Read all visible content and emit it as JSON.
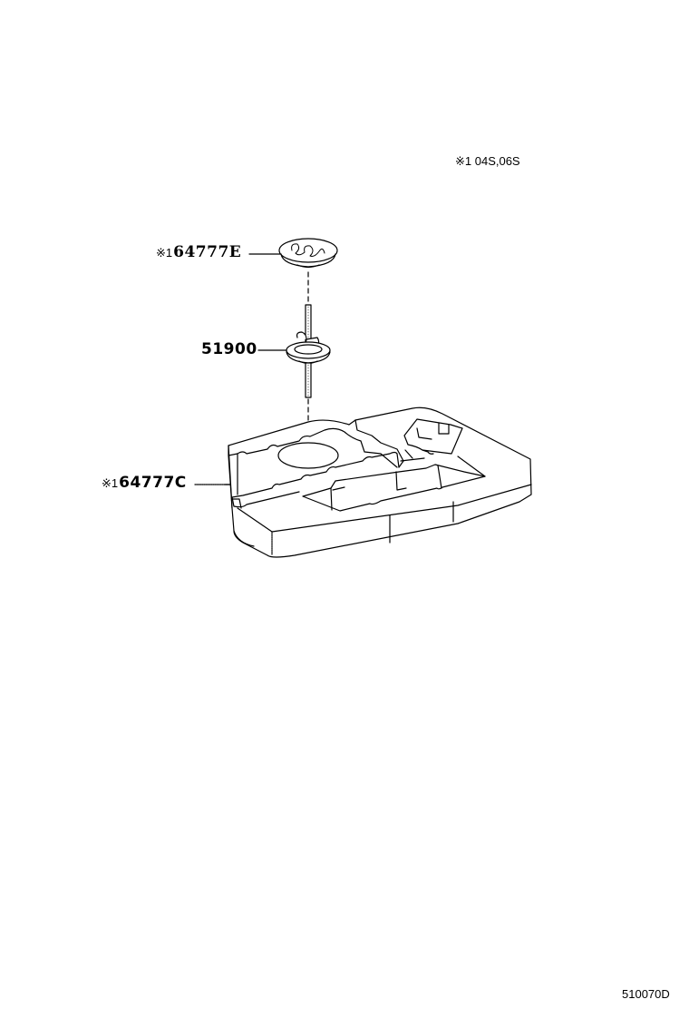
{
  "diagram": {
    "applicability_note": "※1 04S,06S",
    "illustration_code": "510070D",
    "callouts": [
      {
        "mark": "※1",
        "part_number": "64777E",
        "name": "cover-cap"
      },
      {
        "mark": "",
        "part_number": "51900",
        "name": "spare-tire-clamp-bolt"
      },
      {
        "mark": "※1",
        "part_number": "64777C",
        "name": "luggage-tray-box"
      }
    ]
  },
  "colors": {
    "line": "#000000",
    "background": "#ffffff"
  }
}
